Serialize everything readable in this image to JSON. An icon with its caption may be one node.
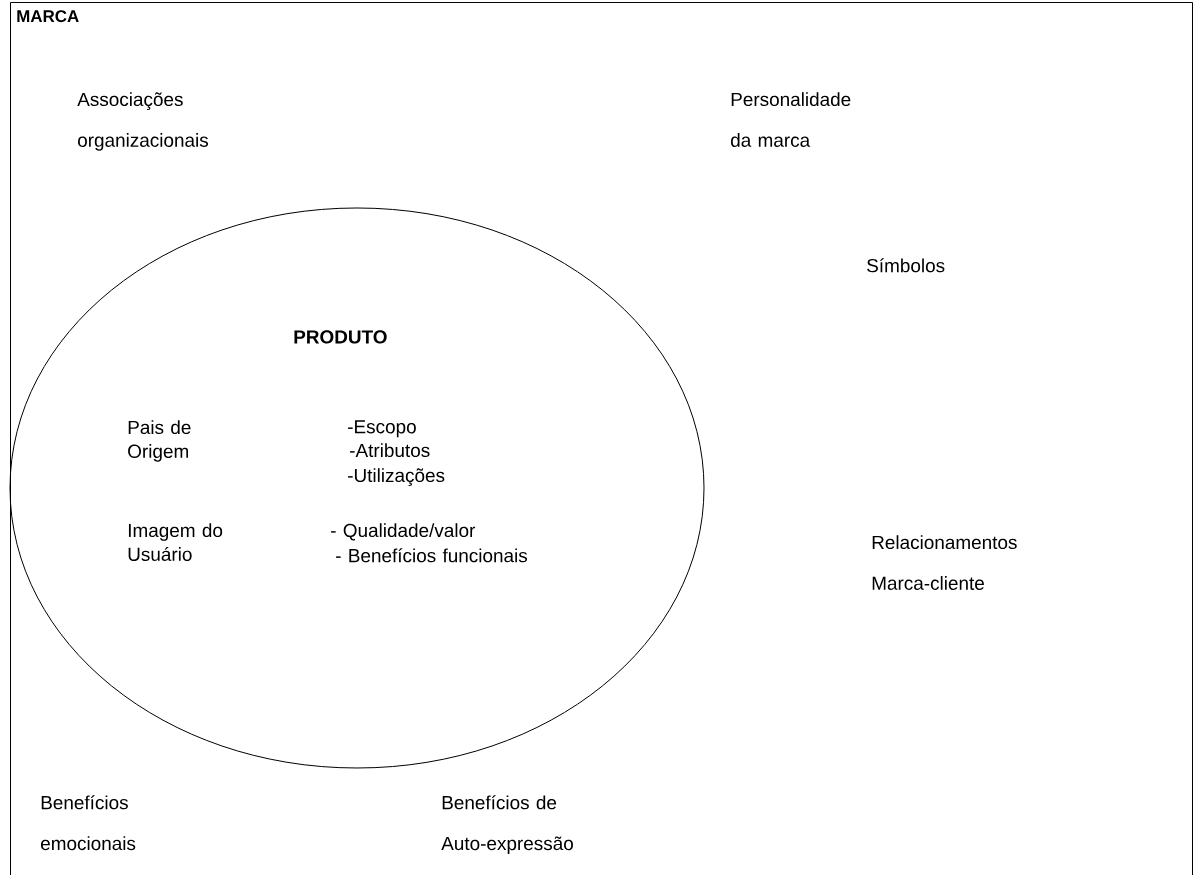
{
  "diagram": {
    "nodes": [
      {
        "text": [
          "MARCA"
        ]
      },
      {
        "text": [
          "PRODUTO",
          "Pais de Origem",
          "-Escopo",
          "-Atributos",
          "-Utilizações",
          "Imagem do Usuário",
          "- Qualidade/valor",
          "- Benefícios funcionais"
        ],
        "in": 0
      }
    ],
    "labels": [
      "Associações organizacionais",
      "Personalidade da marca",
      "Símbolos",
      "Relacionamentos Marca-cliente",
      "Benefícios emocionais",
      "Benefícios de Auto-expressão"
    ]
  }
}
